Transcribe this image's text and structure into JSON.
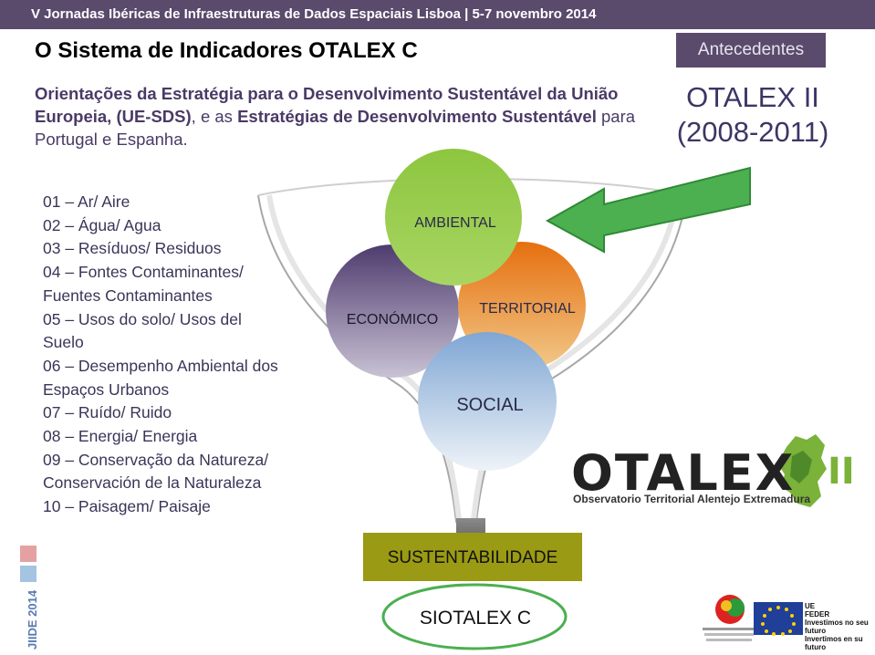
{
  "header": {
    "conference": "V Jornadas Ibéricas de Infraestruturas de Dados Espaciais   Lisboa | 5-7 novembro 2014"
  },
  "slide": {
    "title": "O Sistema de Indicadores OTALEX C",
    "subtitle_bold_1": "Orientações da Estratégia para o Desenvolvimento Sustentável da União Europeia, (UE-SDS)",
    "subtitle_normal_1": ", e as ",
    "subtitle_bold_2": "Estratégias de Desenvolvimento Sustentável",
    "subtitle_normal_2": " para Portugal e Espanha.",
    "badge": "Antecedentes",
    "otalex_ii_line1": "OTALEX II",
    "otalex_ii_line2": "(2008-2011)"
  },
  "indicators": [
    "01 – Ar/ Aire",
    "02 – Água/ Agua",
    "03 – Resíduos/ Residuos",
    "04 – Fontes Contaminantes/",
    "Fuentes Contaminantes",
    "05 – Usos do solo/ Usos del",
    "Suelo",
    "06 – Desempenho Ambiental dos",
    "Espaços Urbanos",
    "07 – Ruído/ Ruido",
    "08 – Energia/ Energia",
    "09 – Conservação da Natureza/",
    "Conservación de la Naturaleza",
    "10 – Paisagem/ Paisaje"
  ],
  "diagram": {
    "ambiental": "AMBIENTAL",
    "economico": "ECONÓMICO",
    "territorial": "TERRITORIAL",
    "social": "SOCIAL",
    "sustentabilidade": "SUSTENTABILIDADE",
    "siotalex": "SIOTALEX C"
  },
  "logos": {
    "otalex": "OTALEX",
    "otalex_ii": "II",
    "otalex_caption": "Observatorio Territorial Alentejo Extremadura",
    "jiide": "JIIDE 2014",
    "eu_ue": "UE",
    "eu_feder": "FEDER",
    "eu_line1": "Investimos no seu futuro",
    "eu_line2": "Invertimos en su futuro"
  },
  "colors": {
    "header_bar": "#5a4a6c",
    "ambiental": "#8bc63f",
    "economico": "#5b4a7a",
    "territorial": "#e07a1a",
    "social": "#8fb3d9",
    "sustentabilidade": "#9a9a14",
    "arrow": "#4caf50"
  }
}
